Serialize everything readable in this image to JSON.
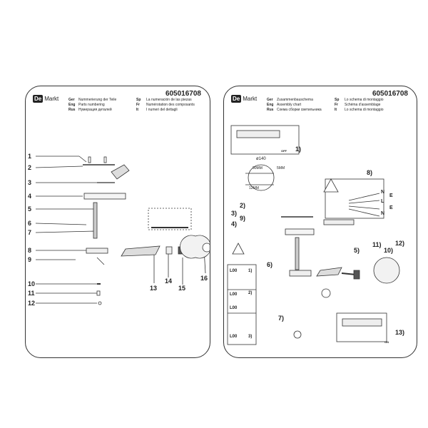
{
  "product_code": "605016708",
  "brand": {
    "box": "De",
    "name": "Markt"
  },
  "left_header": [
    [
      "Ger",
      "Nummerierung der Teile",
      "Sp",
      "La numeración de las piezas"
    ],
    [
      "Eng",
      "Parts numbering",
      "Fr",
      "Numérotation des composants"
    ],
    [
      "Rus",
      "Нумерация деталей",
      "It",
      "I numeri del dettagli"
    ]
  ],
  "right_header": [
    [
      "Ger",
      "Zusammenbauschema",
      "Sp",
      "Lo schema di montaggio"
    ],
    [
      "Eng",
      "Assembly chart",
      "Fr",
      "Schéma d'assemblage"
    ],
    [
      "Rus",
      "Схема сборки светильника",
      "It",
      "Lo schema di montaggio"
    ]
  ],
  "left_labels": [
    "1",
    "2",
    "3",
    "4",
    "5",
    "6",
    "7",
    "8",
    "9",
    "10",
    "11",
    "12",
    "13",
    "14",
    "15",
    "16"
  ],
  "right_labels": {
    "s1": "1)",
    "s2": "2)",
    "s3": "3)",
    "s4": "4)",
    "s5": "5)",
    "s6": "6)",
    "s7": "7)",
    "s8": "8)",
    "s9": "9)",
    "s10": "10)",
    "s11": "11)",
    "s12": "12)",
    "s13": "13)",
    "dim_dia": "ø140",
    "dim_90": "90MM",
    "dim_5": "5MM",
    "dim_12": "12MM",
    "n1": "N",
    "e1": "E",
    "l": "L",
    "e2": "E",
    "n2": "N",
    "off": "OFF",
    "on": "ON",
    "l00_1": "L00",
    "l00_2": "L00",
    "l00_3": "L00",
    "l00_4": "L00"
  },
  "box_steps": [
    "1)",
    "2)",
    "3)"
  ]
}
